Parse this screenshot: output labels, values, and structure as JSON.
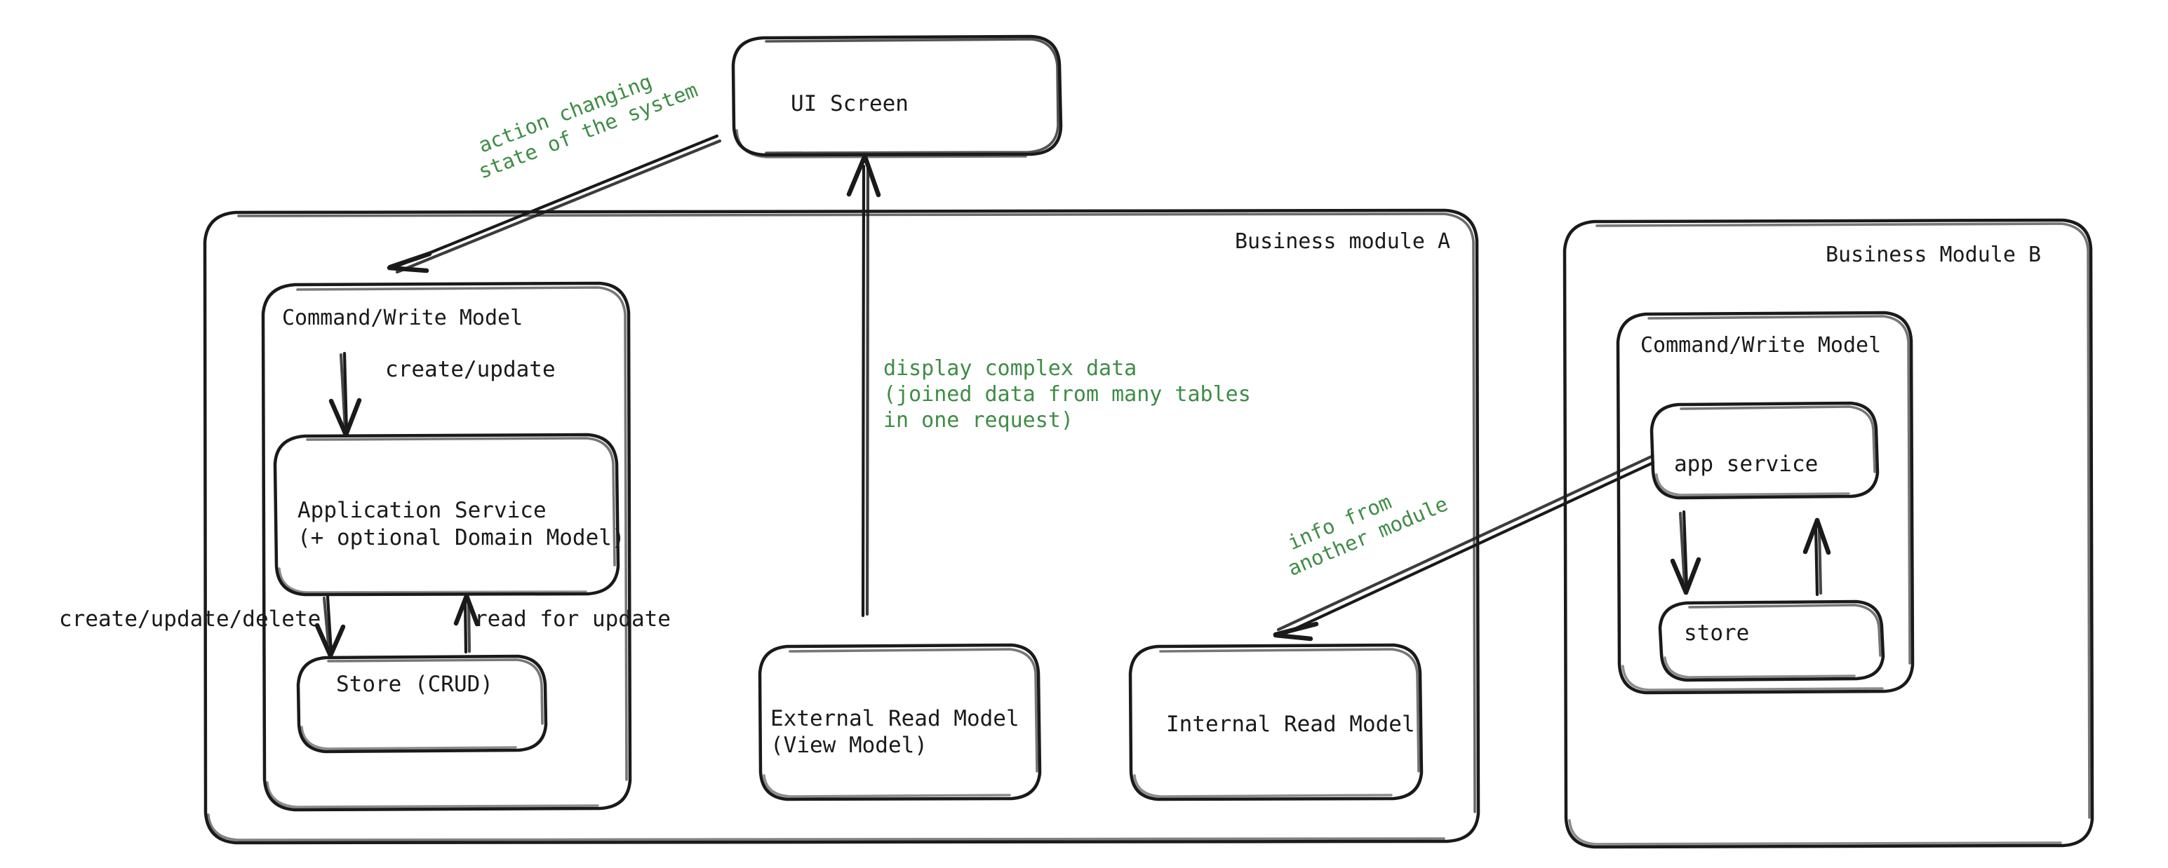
{
  "diagram": {
    "title": "CQRS module architecture diagram",
    "colors": {
      "stroke": "#1a1a1a",
      "annotation_green": "#3f8c46",
      "background": "#ffffff"
    },
    "nodes": {
      "ui_screen": "UI Screen",
      "module_a_title": "Business module A",
      "module_b_title": "Business Module B",
      "module_a_write_model": "Command/Write Model",
      "module_a_app_service_line1": "Application Service",
      "module_a_app_service_line2": "(+ optional Domain Model)",
      "module_a_store": "Store (CRUD)",
      "external_read_model_line1": "External Read Model",
      "external_read_model_line2": "(View Model)",
      "internal_read_model": "Internal Read Model",
      "module_b_write_model": "Command/Write Model",
      "module_b_app_service": "app service",
      "module_b_store": "store"
    },
    "edge_labels": {
      "action_changing_state_line1": "action changing",
      "action_changing_state_line2": "state of the system",
      "create_update": "create/update",
      "create_update_delete": "create/update/delete",
      "read_for_update": "read for update",
      "display_complex_line1": "display complex data",
      "display_complex_line2": "(joined data from many tables",
      "display_complex_line3": "in one request)",
      "info_from_another_module_line1": "info from",
      "info_from_another_module_line2": "another module"
    }
  }
}
